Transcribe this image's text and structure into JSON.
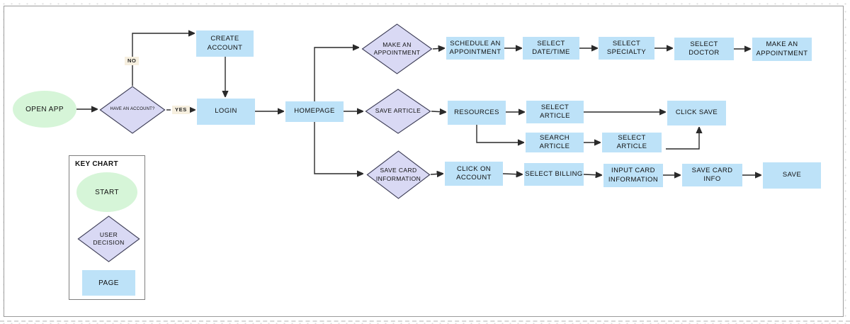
{
  "colors": {
    "start_fill": "#d6f5d8",
    "decision_fill": "#d9d9f4",
    "decision_border": "#3c3c55",
    "page_fill": "#bde2f8",
    "label_bg": "#f6efdf",
    "line": "#2a2a2a"
  },
  "nodes": {
    "open_app": "OPEN APP",
    "have_account": "HAVE AN ACCOUNT?",
    "create_account": "CREATE ACCOUNT",
    "login": "LOGIN",
    "homepage": "HOMEPAGE",
    "make_appointment_decision": "MAKE AN APPOINTMENT",
    "schedule_appointment": "SCHEDULE AN APPOINTMENT",
    "select_date_time": "SELECT DATE/TIME",
    "select_specialty": "SELECT SPECIALTY",
    "select_doctor": "SELECT DOCTOR",
    "make_appointment_page": "MAKE AN APPOINTMENT",
    "save_article_decision": "SAVE ARTICLE",
    "resources": "RESOURCES",
    "select_article": "SELECT ARTICLE",
    "click_save": "CLICK SAVE",
    "search_article": "SEARCH ARTICLE",
    "select_article_2": "SELECT ARTICLE",
    "save_card_decision": "SAVE CARD INFORMATION",
    "click_on_account": "CLICK ON ACCOUNT",
    "select_billing": "SELECT BILLING",
    "input_card_information": "INPUT CARD INFORMATION",
    "save_card_info": "SAVE CARD INFO",
    "save": "SAVE"
  },
  "edge_labels": {
    "no": "NO",
    "yes": "YES"
  },
  "legend": {
    "title": "KEY CHART",
    "start": "START",
    "decision": "USER DECISION",
    "page": "PAGE"
  }
}
